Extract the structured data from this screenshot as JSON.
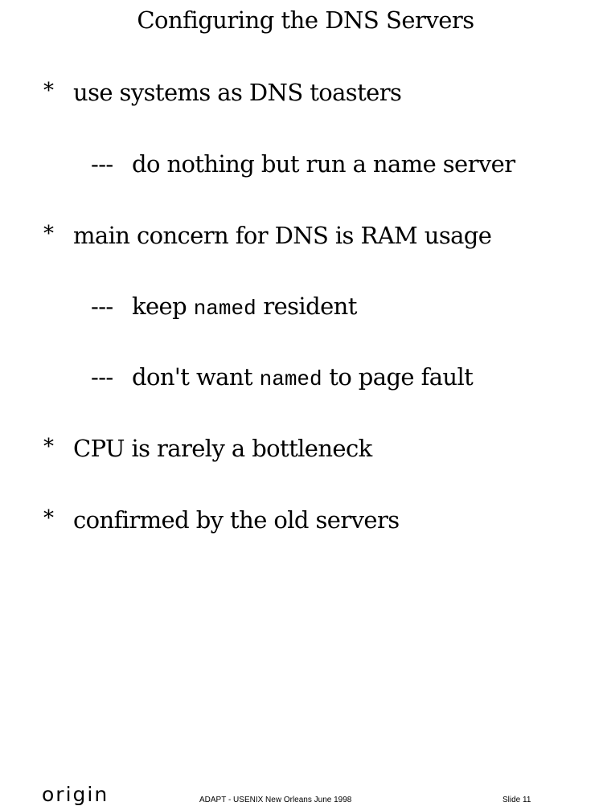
{
  "title": "Configuring the DNS Servers",
  "items": [
    {
      "level": 1,
      "marker": "*",
      "text": "use systems as DNS toasters"
    },
    {
      "level": 2,
      "marker": "---",
      "text": "do nothing but run a name server"
    },
    {
      "level": 1,
      "marker": "*",
      "text": "main concern for DNS is RAM usage"
    },
    {
      "level": 2,
      "marker": "---",
      "pre": "keep",
      "code": "named",
      "post": "resident"
    },
    {
      "level": 2,
      "marker": "---",
      "pre": "don't want",
      "code": "named",
      "post": "to page fault"
    },
    {
      "level": 1,
      "marker": "*",
      "text": "CPU is rarely a bottleneck"
    },
    {
      "level": 1,
      "marker": "*",
      "text": "confirmed by the old servers"
    }
  ],
  "footer": {
    "logo": "origin",
    "center": "ADAPT - USENIX New Orleans June 1998",
    "slide": "Slide 11"
  }
}
